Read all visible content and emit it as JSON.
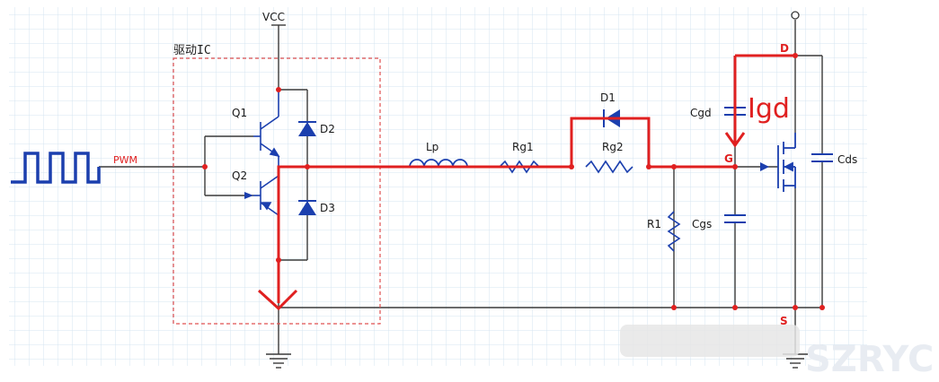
{
  "colors": {
    "wire": "#3a3a3a",
    "current_path": "#e02020",
    "component_blue": "#1b3fae",
    "grid": "#d6e4f0"
  },
  "labels": {
    "vcc": "VCC",
    "driver_ic": "驱动IC",
    "pwm": "PWM",
    "q1": "Q1",
    "q2": "Q2",
    "d2": "D2",
    "d3": "D3",
    "lp": "Lp",
    "rg1": "Rg1",
    "rg2": "Rg2",
    "d1": "D1",
    "r1": "R1",
    "cgs": "Cgs",
    "cgd": "Cgd",
    "cds": "Cds",
    "igd": "Igd",
    "pin_d": "D",
    "pin_g": "G",
    "pin_s": "S",
    "watermark": "SZRYC"
  }
}
